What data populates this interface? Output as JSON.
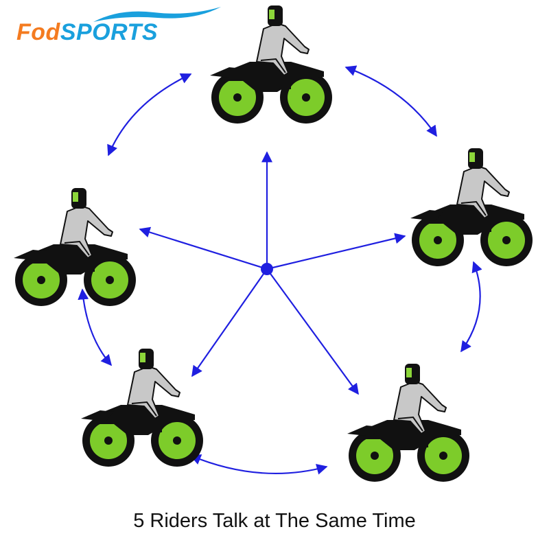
{
  "brand": {
    "name_part1": "Fod",
    "name_part2": "SPORTS",
    "color_primary": "#f47b20",
    "color_secondary": "#1aa0dd"
  },
  "caption": "5 Riders Talk at The Same Time",
  "colors": {
    "arrow": "#1f1fe0",
    "wheel": "#7dcc2a",
    "bike": "#111111",
    "rider_suit": "#c8c8c8",
    "visor": "#8cd63a"
  },
  "diagram": {
    "rider_count": 5,
    "topology": "mesh"
  }
}
